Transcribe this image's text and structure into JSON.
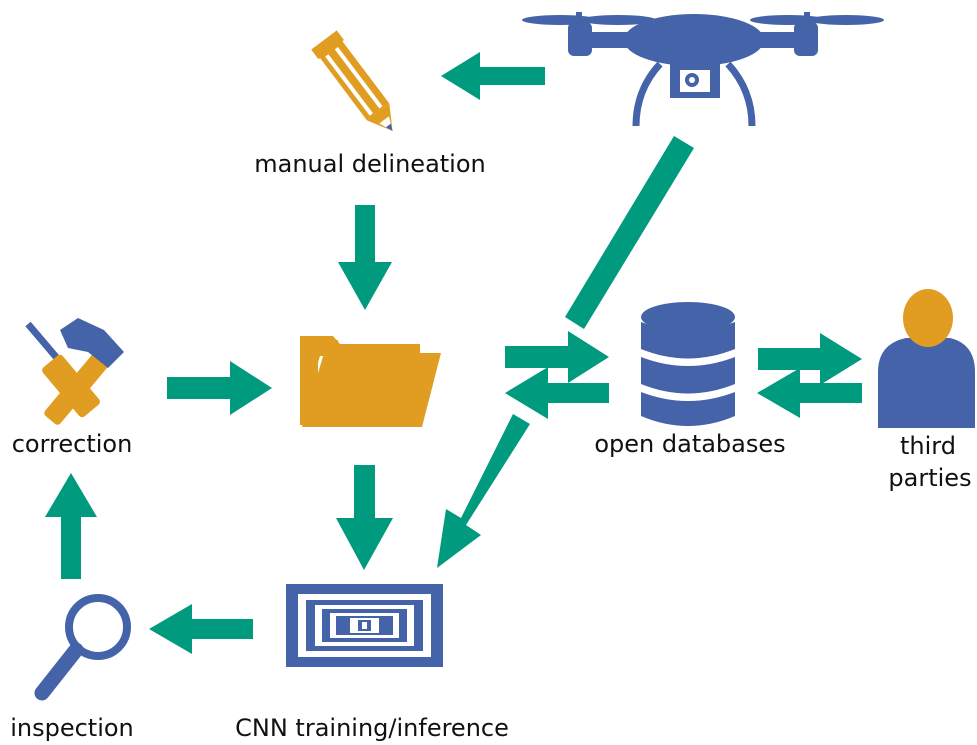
{
  "labels": {
    "manual_delineation": "manual delineation",
    "correction": "correction",
    "open_databases": "open databases",
    "third_parties_line1": "third",
    "third_parties_line2": "parties",
    "inspection": "inspection",
    "cnn": "CNN training/inference"
  },
  "colors": {
    "arrow": "#009a7e",
    "blue": "#4563a8",
    "orange": "#e09d22",
    "text": "#111111"
  },
  "icons": [
    "drone-icon",
    "pencil-icon",
    "folder-icon",
    "database-icon",
    "person-icon",
    "tools-icon",
    "magnifier-icon",
    "cnn-icon"
  ]
}
